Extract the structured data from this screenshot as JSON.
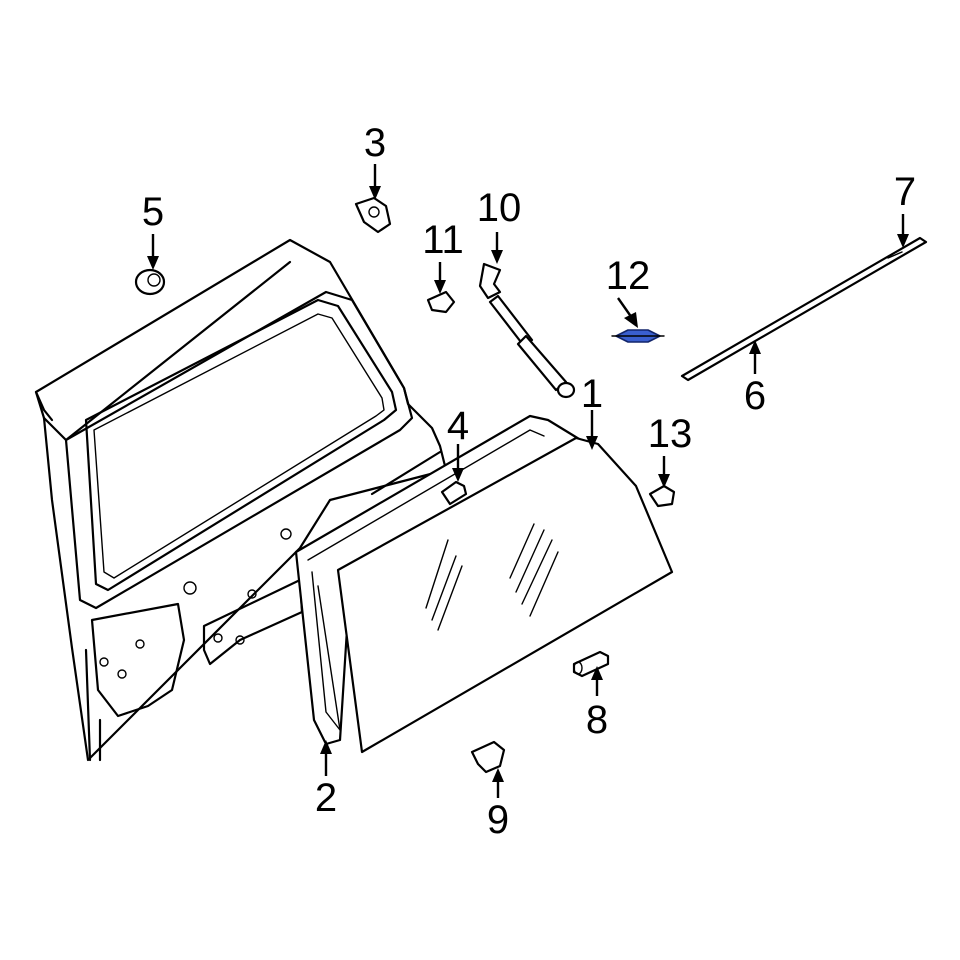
{
  "callouts": [
    {
      "id": "1",
      "label": "1"
    },
    {
      "id": "2",
      "label": "2"
    },
    {
      "id": "3",
      "label": "3"
    },
    {
      "id": "4",
      "label": "4"
    },
    {
      "id": "5",
      "label": "5"
    },
    {
      "id": "6",
      "label": "6"
    },
    {
      "id": "7",
      "label": "7"
    },
    {
      "id": "8",
      "label": "8"
    },
    {
      "id": "9",
      "label": "9"
    },
    {
      "id": "10",
      "label": "10"
    },
    {
      "id": "11",
      "label": "11"
    },
    {
      "id": "12",
      "label": "12"
    },
    {
      "id": "13",
      "label": "13"
    }
  ],
  "colors": {
    "line": "#000000",
    "background": "#ffffff",
    "highlight_fill": "#3a5fcf",
    "highlight_stroke": "#12256b"
  }
}
